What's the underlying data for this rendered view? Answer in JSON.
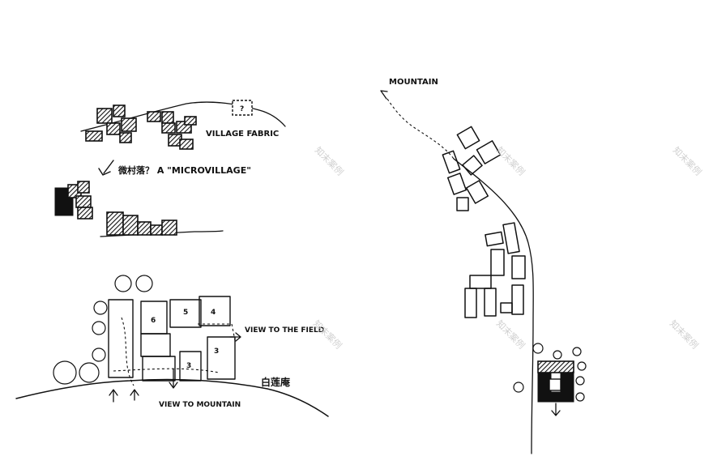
{
  "labels": {
    "mountain_top": "MOUNTAIN",
    "village_fabric": "VILLAGE FABRIC",
    "microvillage": "微村落？ A \"MICROVILLAGE\"",
    "view_to_the_field": "VIEW TO THE FIELD",
    "view_to_mountain": "VIEW TO MOUNTAIN",
    "chinese_note": "白莲庵"
  },
  "plan_numbers": [
    "6",
    "5",
    "4",
    "3",
    "3"
  ],
  "watermark": "知末案例",
  "colors": {
    "ink": "#111111",
    "paper": "#ffffff",
    "watermark": "#d0d0d0"
  }
}
